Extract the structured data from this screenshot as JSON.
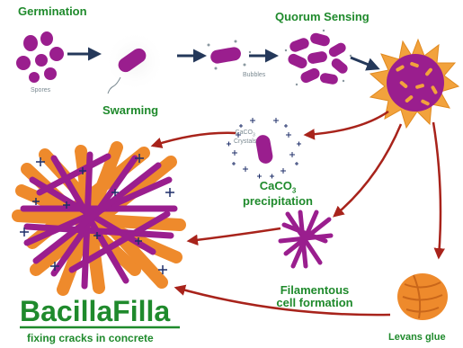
{
  "labels": {
    "germination": "Germination",
    "spores": "Spores",
    "swarming": "Swarming",
    "quorum_sensing": "Quorum Sensing",
    "bubbles": "Bubbles",
    "caco3_crystals_line1": "CaCO",
    "caco3_crystals_sub": "3",
    "caco3_crystals_line2": "Crystals",
    "caco3_precip_line1": "CaCO",
    "caco3_precip_sub": "3",
    "caco3_precip_line2": "precipitation",
    "filamentous_line1": "Filamentous",
    "filamentous_line2": "cell formation",
    "levans_glue": "Levans glue",
    "title": "BacillaFilla",
    "subtitle": "fixing cracks in concrete"
  },
  "colors": {
    "label_green": "#1f8a2c",
    "bacteria_purple": "#9a1e8e",
    "concrete_orange": "#ee8a2c",
    "arrow_red": "#a8231b",
    "arrow_navy": "#24385a",
    "crystal_navy": "#1f2f6a"
  }
}
